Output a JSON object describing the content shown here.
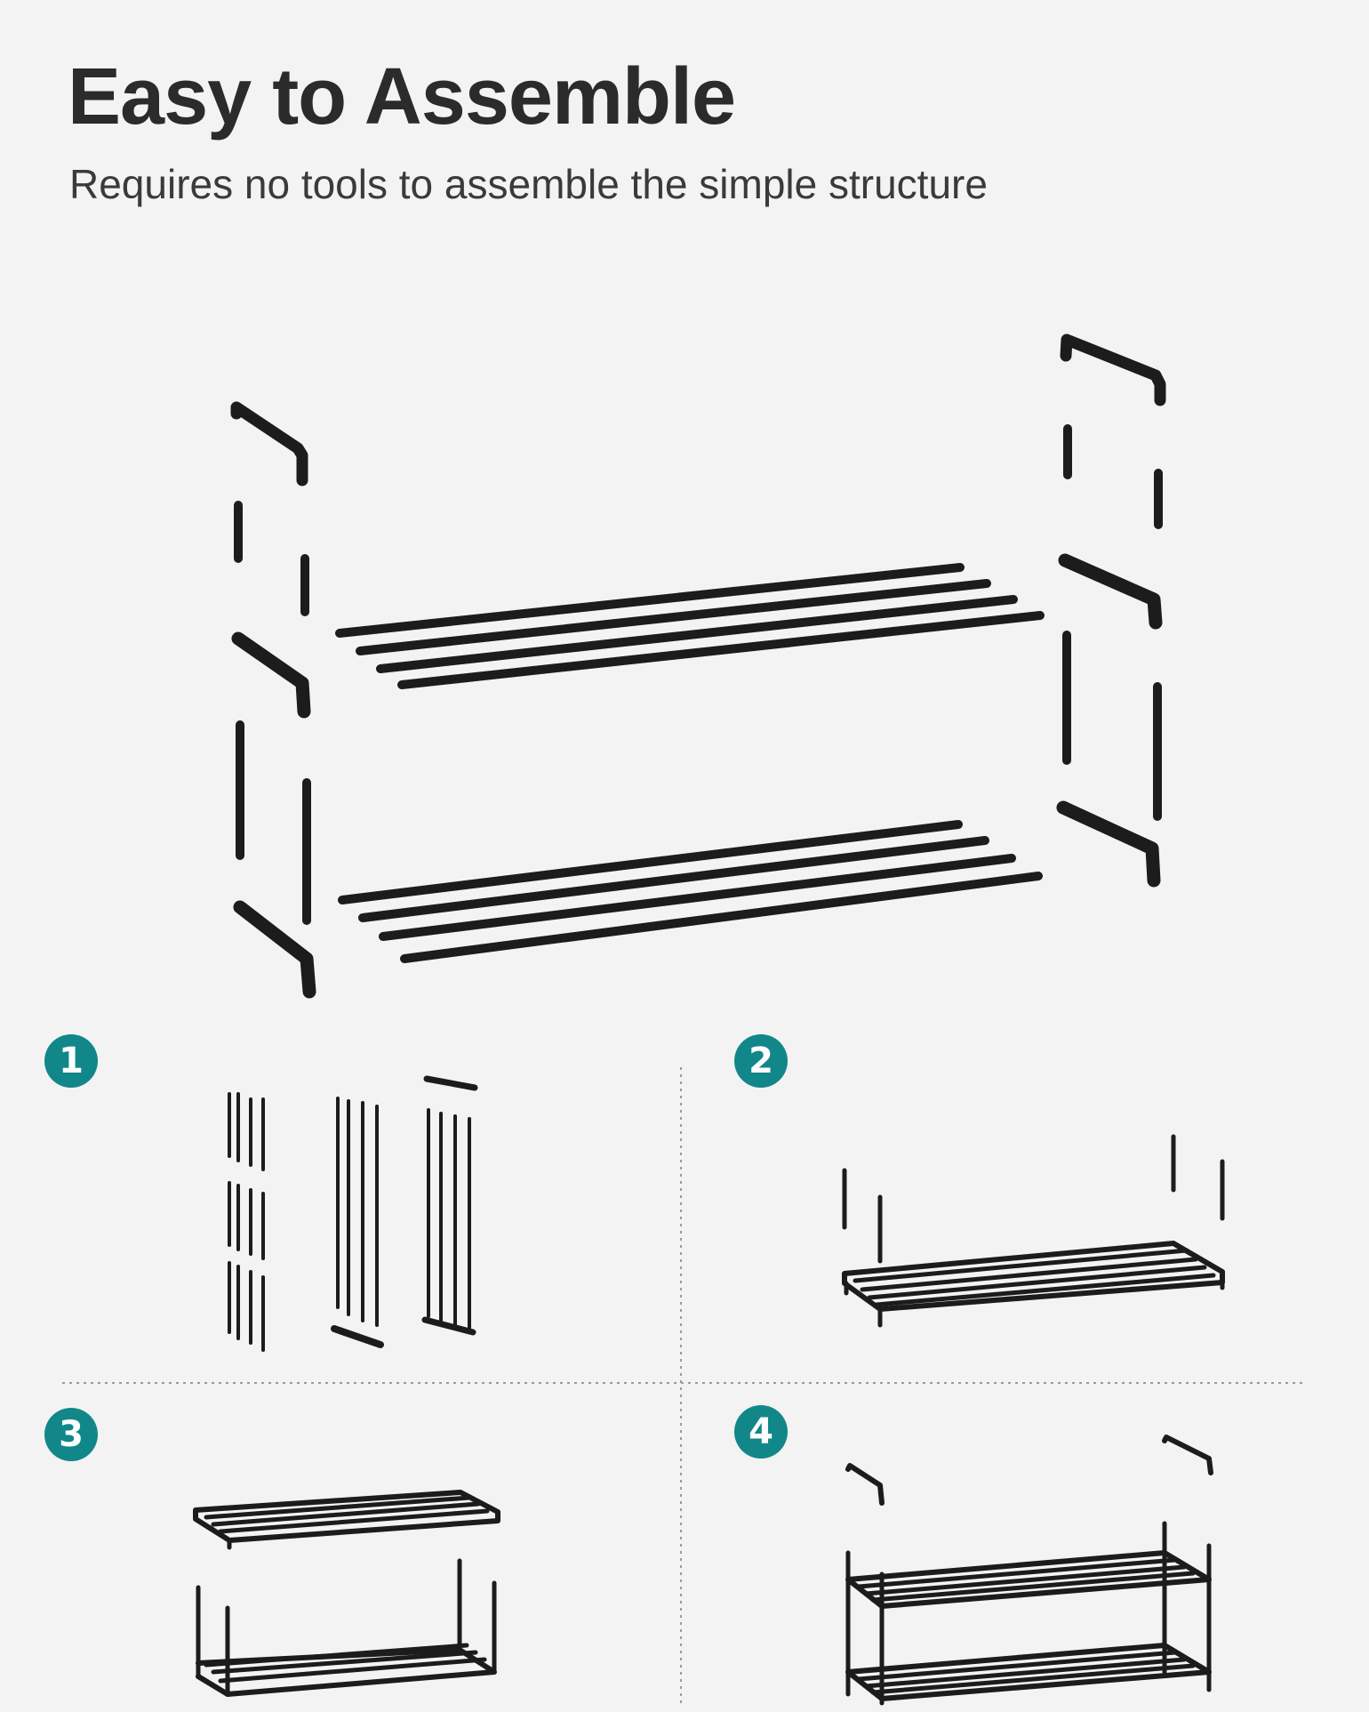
{
  "header": {
    "title": "Easy to Assemble",
    "subtitle": "Requires no tools to assemble the simple structure"
  },
  "steps": [
    {
      "number": "1"
    },
    {
      "number": "2"
    },
    {
      "number": "3"
    },
    {
      "number": "4"
    }
  ],
  "colors": {
    "badge": "#12878a",
    "parts": "#1c1c1c",
    "background": "#f3f3f3",
    "divider": "#9a9a9a"
  }
}
